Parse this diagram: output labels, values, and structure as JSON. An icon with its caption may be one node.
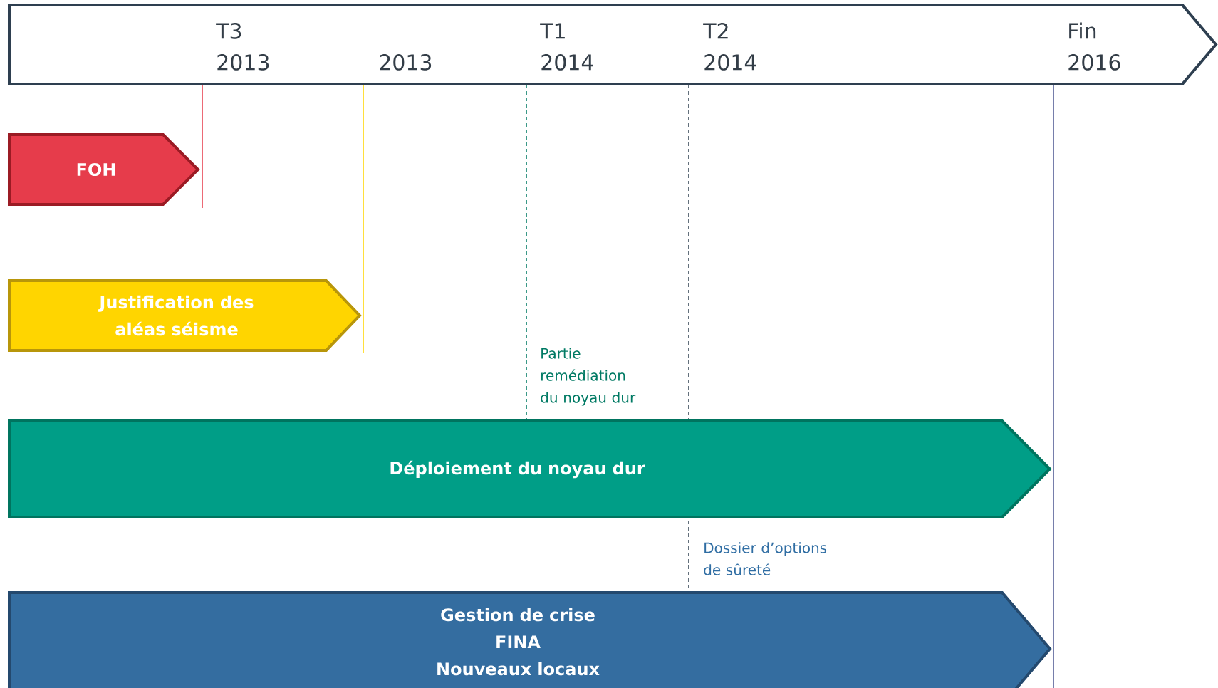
{
  "diagram": {
    "nodes": [
      {
        "text": [
          "T3 2013",
          "2013",
          "T1 2014",
          "T2 2014",
          "Fin 2016"
        ]
      },
      {
        "text": [
          "FOH"
        ]
      },
      {
        "text": [
          "Justification des aléas séisme"
        ]
      },
      {
        "text": [
          "Déploiement du noyau dur"
        ]
      },
      {
        "text": [
          "Gestion de crise",
          "FINA",
          "Nouveaux locaux"
        ]
      }
    ],
    "labels": [
      "Partie remédiation du noyau dur",
      "Dossier d’options de sûreté"
    ]
  }
}
